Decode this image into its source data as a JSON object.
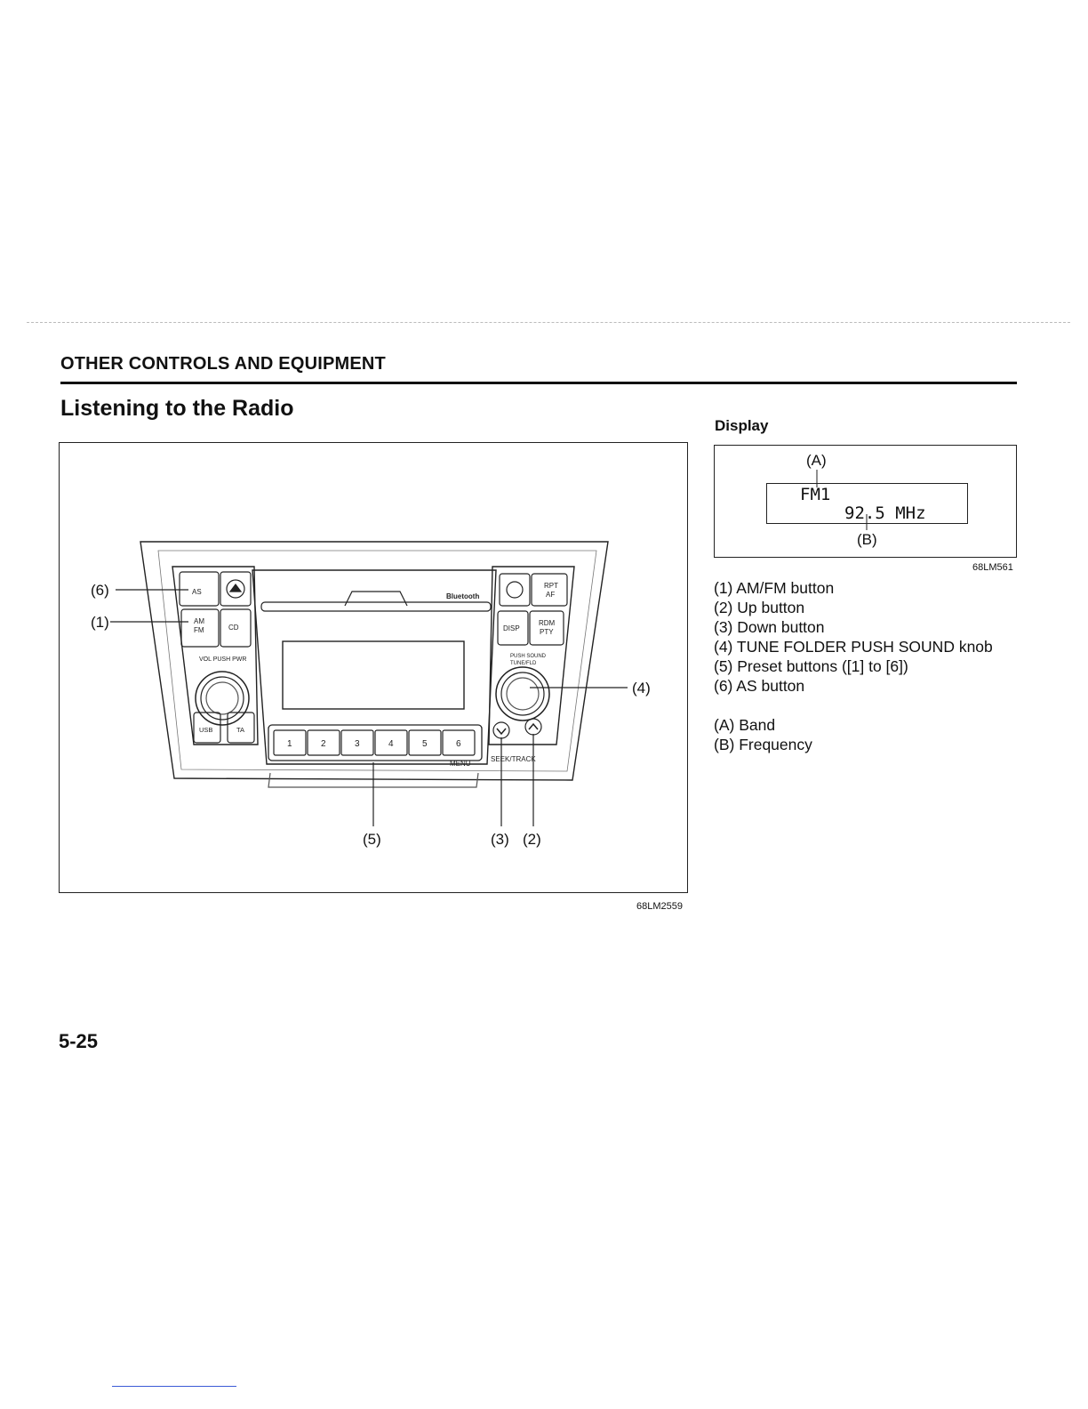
{
  "header": {
    "section": "OTHER CONTROLS AND EQUIPMENT"
  },
  "title": "Listening to the Radio",
  "figure": {
    "code": "68LM2559",
    "callouts": {
      "c6": "(6)",
      "c1": "(1)",
      "c4": "(4)",
      "c5": "(5)",
      "c3": "(3)",
      "c2": "(2)"
    },
    "unit_labels": {
      "as": "AS",
      "am": "AM",
      "fm": "FM",
      "cd": "CD",
      "vol": "VOL PUSH PWR",
      "usb": "USB",
      "ta": "TA",
      "bluetooth": "Bluetooth",
      "rpt": "RPT",
      "af": "AF",
      "disp": "DISP",
      "rdm": "RDM",
      "pty": "PTY",
      "push_sound": "PUSH SOUND",
      "tune_fld": "TUNE/FLD",
      "menu": "MENU",
      "seek_track": "SEEK/TRACK"
    },
    "presets": [
      "1",
      "2",
      "3",
      "4",
      "5",
      "6"
    ]
  },
  "display": {
    "heading": "Display",
    "callout_a": "(A)",
    "callout_b": "(B)",
    "band": "FM1",
    "frequency": "92.5 MHz",
    "code": "68LM561"
  },
  "legend": {
    "items": [
      "(1) AM/FM button",
      "(2) Up button",
      "(3) Down button",
      "(4) TUNE FOLDER PUSH SOUND knob",
      "(5) Preset buttons ([1] to [6])",
      "(6) AS button"
    ],
    "display_items": [
      "(A) Band",
      "(B) Frequency"
    ]
  },
  "page_number": "5-25"
}
